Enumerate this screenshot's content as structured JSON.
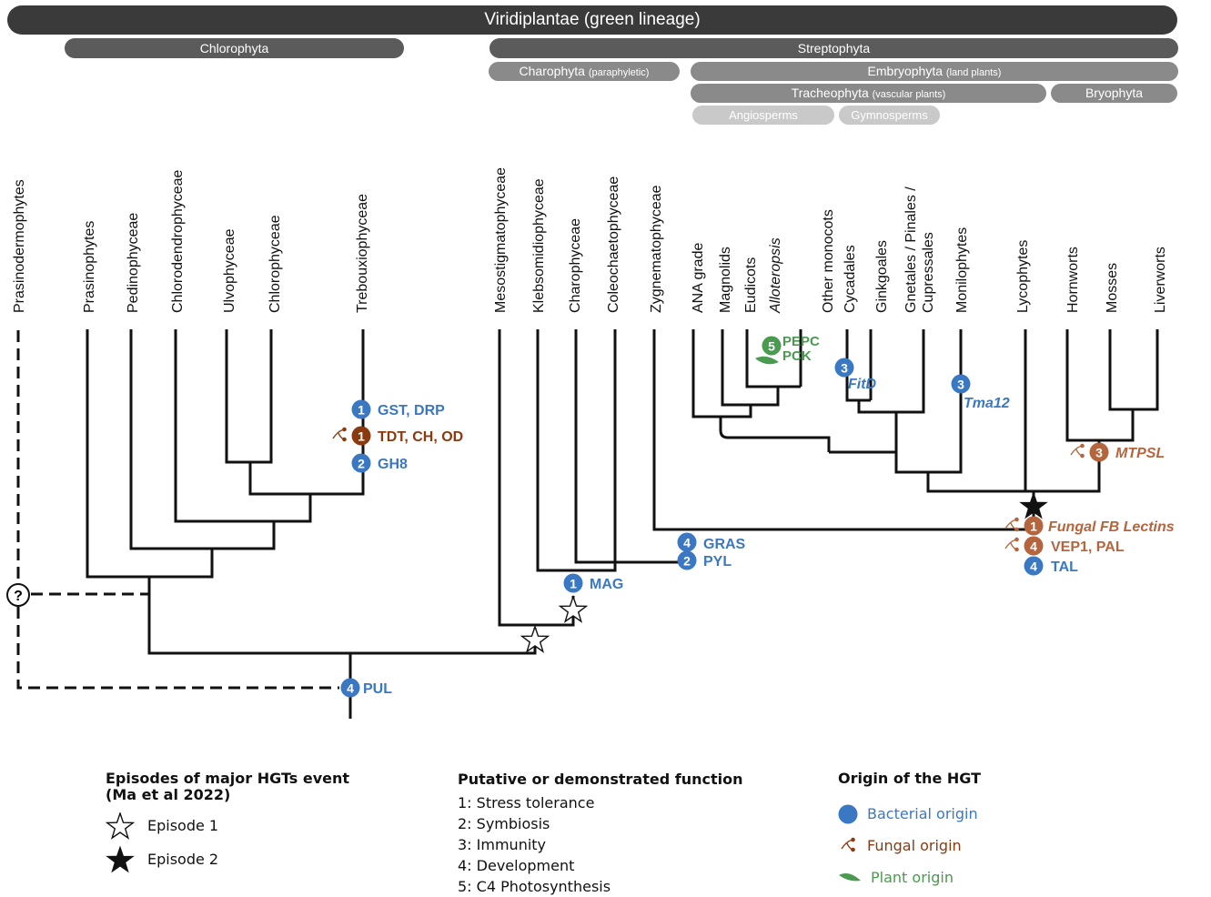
{
  "clade_bars": {
    "viridiplantae": "Viridiplantae (green lineage)",
    "chlorophyta": "Chlorophyta",
    "streptophyta": "Streptophyta",
    "charophyta": "Charophyta",
    "charophyta_note": "(paraphyletic)",
    "embryophyta": "Embryophyta",
    "embryophyta_note": "(land plants)",
    "tracheophyta": "Tracheophyta",
    "tracheophyta_note": "(vascular plants)",
    "bryophyta": "Bryophyta",
    "angiosperms": "Angiosperms",
    "gymnosperms": "Gymnosperms"
  },
  "taxa": {
    "prasinodermophytes": "Prasinodermophytes",
    "prasinophytes": "Prasinophytes",
    "pedinophyceae": "Pedinophyceae",
    "chlorodendrophyceae": "Chlorodendrophyceae",
    "ulvophyceae": "Ulvophyceae",
    "chlorophyceae": "Chlorophyceae",
    "trebouxiophyceae": "Trebouxiophyceae",
    "mesostigmatophyceae": "Mesostigmatophyceae",
    "klebsormidiophyceae": "Klebsomidiophyceae",
    "charophyceae": "Charophyceae",
    "coleochaetophyceae": "Coleochaetophyceae",
    "zygnematophyceae": "Zygnematophyceae",
    "ana_grade": "ANA grade",
    "magnolids": "Magnolids",
    "eudicots": "Eudicots",
    "alloteropsis": "Alloteropsis",
    "other_monocots": "Other monocots",
    "cycadales": "Cycadales",
    "ginkgoales": "Ginkgoales",
    "gnetales_1": "Gnetales / Pinales /",
    "gnetales_2": "Cupressales",
    "monilophytes": "Monilophytes",
    "lycophytes": "Lycophytes",
    "hornworts": "Hornworts",
    "mosses": "Mosses",
    "liverworts": "Liverworts"
  },
  "hgt_events": {
    "gst_drp": "GST, DRP",
    "tdt_ch_od": "TDT, CH, OD",
    "gh8": "GH8",
    "pepc": "PEPC",
    "pck": "PCK",
    "fitd": "FitD",
    "tma12": "Tma12",
    "mtpsl": "MTPSL",
    "fungal_fb_lectins": "Fungal FB Lectins",
    "vep1_pal": "VEP1, PAL",
    "tal": "TAL",
    "gras": "GRAS",
    "pyl": "PYL",
    "mag": "MAG",
    "pul": "PUL"
  },
  "badges": {
    "one": "1",
    "two": "2",
    "three": "3",
    "four": "4",
    "five": "5",
    "unknown": "?"
  },
  "legend": {
    "episodes_title_1": "Episodes of major HGTs event",
    "episodes_title_2": "(Ma et al 2022)",
    "episode_1": "Episode 1",
    "episode_2": "Episode 2",
    "function_title": "Putative or demonstrated function",
    "functions": [
      "1: Stress tolerance",
      "2: Symbiosis",
      "3: Immunity",
      "4: Development",
      "5: C4 Photosynthesis"
    ],
    "origin_title": "Origin of the HGT",
    "bacterial": "Bacterial origin",
    "fungal": "Fungal origin",
    "plant": "Plant origin"
  },
  "colors": {
    "bacterial": "#3a78c3",
    "fungal": "#8b3a0f",
    "fungal_light": "#b5653d",
    "plant": "#4a9a4f",
    "tree": "#111111"
  }
}
